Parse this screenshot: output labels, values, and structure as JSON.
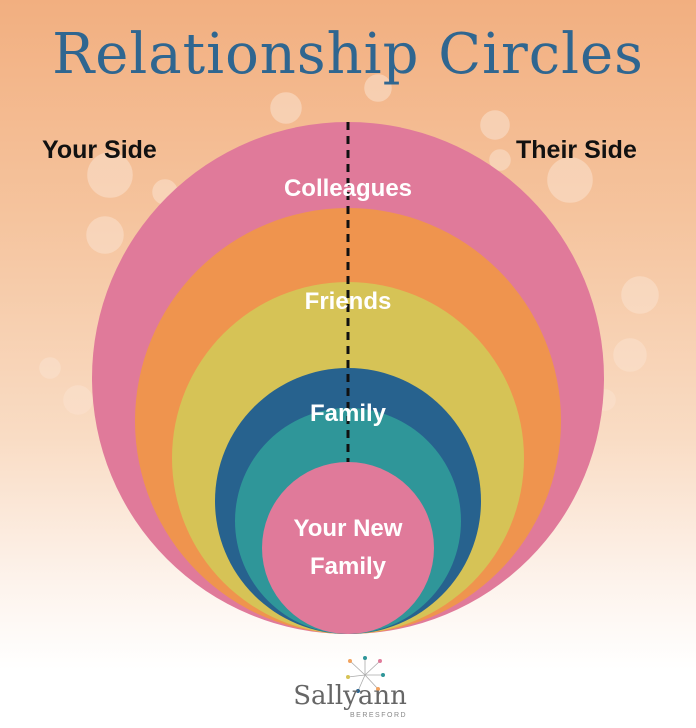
{
  "title": "Relationship Circles",
  "left_label": "Your Side",
  "right_label": "Their Side",
  "circles": [
    {
      "label": "Colleagues",
      "color": "#e07a9a"
    },
    {
      "label": "",
      "color": "#ef944e"
    },
    {
      "label": "Friends",
      "color": "#d6c356"
    },
    {
      "label": "Family",
      "color": "#27628e"
    },
    {
      "label": "",
      "color": "#2f9699"
    },
    {
      "label": "Your New Family",
      "color": "#e07a9a"
    }
  ],
  "inner_label_line1": "Your New",
  "inner_label_line2": "Family",
  "logo": {
    "name": "Sallyann",
    "sub": "BERESFORD"
  }
}
